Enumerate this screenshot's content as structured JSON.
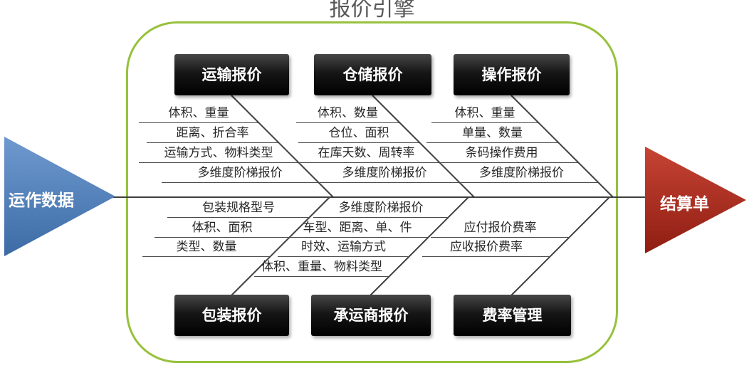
{
  "title": "报价引擎",
  "source_node": {
    "label": "运作数据"
  },
  "result_node": {
    "label": "结算单"
  },
  "top_branches": [
    {
      "label": "运输报价",
      "items": [
        "体积、重量",
        "距离、折合率",
        "运输方式、物料类型",
        "多维度阶梯报价"
      ]
    },
    {
      "label": "仓储报价",
      "items": [
        "体积、数量",
        "仓位、面积",
        "在库天数、周转率",
        "多维度阶梯报价"
      ]
    },
    {
      "label": "操作报价",
      "items": [
        "体积、重量",
        "单量、数量",
        "条码操作费用",
        "多维度阶梯报价"
      ]
    }
  ],
  "bottom_branches": [
    {
      "label": "包装报价",
      "items": [
        "包装规格型号",
        "体积、面积",
        "类型、数量"
      ]
    },
    {
      "label": "承运商报价",
      "items": [
        "多维度阶梯报价",
        "车型、距离、单、件",
        "时效、运输方式",
        "体积、重量、物料类型"
      ]
    },
    {
      "label": "费率管理",
      "items": [
        "应付报价费率",
        "应收报价费率"
      ]
    }
  ],
  "colors": {
    "frame_border": "#97c13c",
    "branch_box": "#000000",
    "input_arrow": "#4f81bd",
    "output_arrow": "#a8241a",
    "line": "#3f3f3f"
  }
}
